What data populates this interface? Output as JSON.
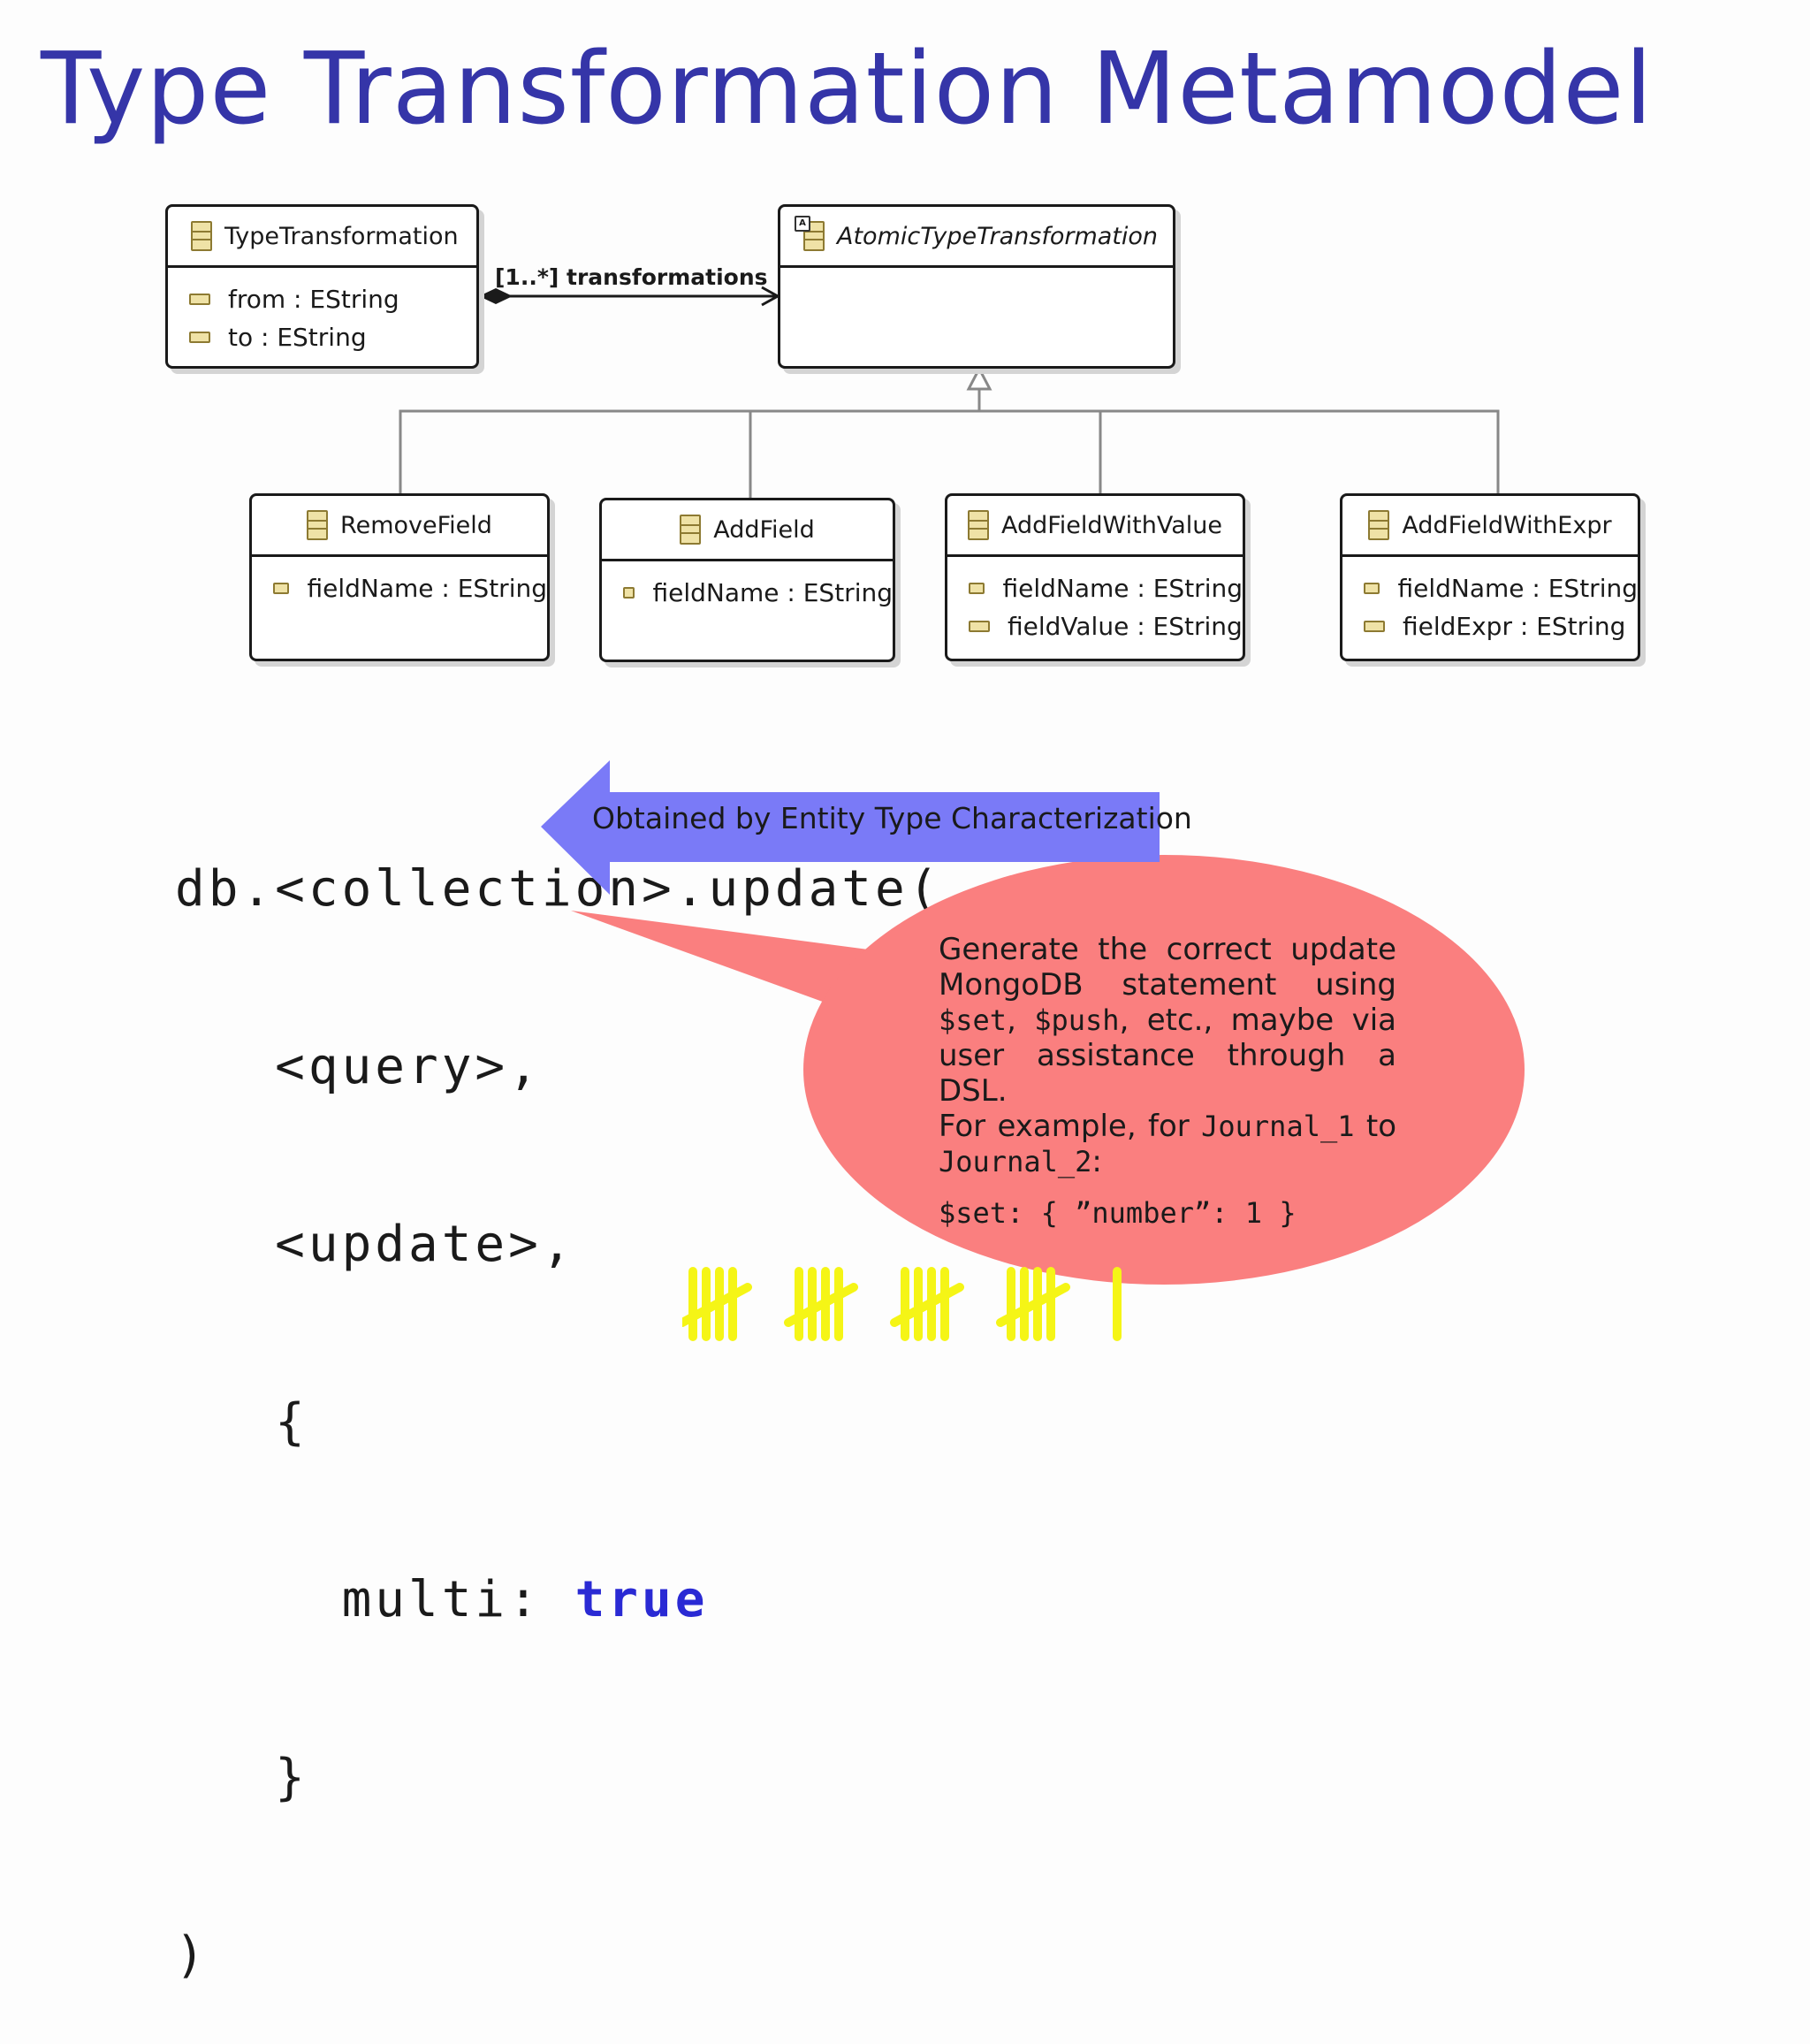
{
  "slide": {
    "title": "Type Transformation Metamodel"
  },
  "diagram": {
    "association_label": "[1..*] transformations",
    "classes": {
      "type_transformation": {
        "name": "TypeTransformation",
        "attributes": [
          "from : EString",
          "to : EString"
        ]
      },
      "atomic_type_transformation": {
        "name": "AtomicTypeTransformation",
        "abstract": true,
        "attributes": []
      },
      "remove_field": {
        "name": "RemoveField",
        "attributes": [
          "fieldName : EString"
        ]
      },
      "add_field": {
        "name": "AddField",
        "attributes": [
          "fieldName : EString"
        ]
      },
      "add_field_with_value": {
        "name": "AddFieldWithValue",
        "attributes": [
          "fieldName : EString",
          "fieldValue : EString"
        ]
      },
      "add_field_with_expr": {
        "name": "AddFieldWithExpr",
        "attributes": [
          "fieldName : EString",
          "fieldExpr : EString"
        ]
      }
    }
  },
  "code": {
    "line1": "db.<collection>.update(",
    "line2": "   <query>,",
    "line3": "   <update>,",
    "line4": "   {",
    "line5_key": "     multi: ",
    "line5_value": "true",
    "line6": "   }",
    "line7": ")"
  },
  "blue_arrow": {
    "label": "Obtained by Entity Type Characterization",
    "color": "#7a7af7"
  },
  "callout": {
    "color": "#fa7f7f",
    "p1_part1": "Generate the correct update MongoDB statement using ",
    "p1_code1": "$set",
    "p1_part2": ", ",
    "p1_code2": "$push",
    "p1_part3": ", etc., maybe via user assistance through a DSL.",
    "p2_part1": "For example, for ",
    "p2_code1": "Journal_1",
    "p2_part2": " to ",
    "p2_code2": "Journal_2",
    "p2_part3": ":",
    "example": "$set: { ”number”: 1 }"
  },
  "tally": {
    "count": 21,
    "color": "#f5f516"
  }
}
